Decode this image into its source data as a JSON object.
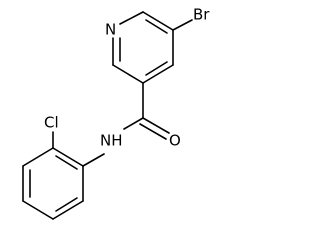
{
  "molecule": {
    "atoms": {
      "bromine": "Br",
      "ring_nitrogen": "N",
      "carbonyl_oxygen": "O",
      "amide_nh": "NH",
      "chlorine": "Cl"
    },
    "bond_color": "#000000",
    "background": "#ffffff"
  }
}
